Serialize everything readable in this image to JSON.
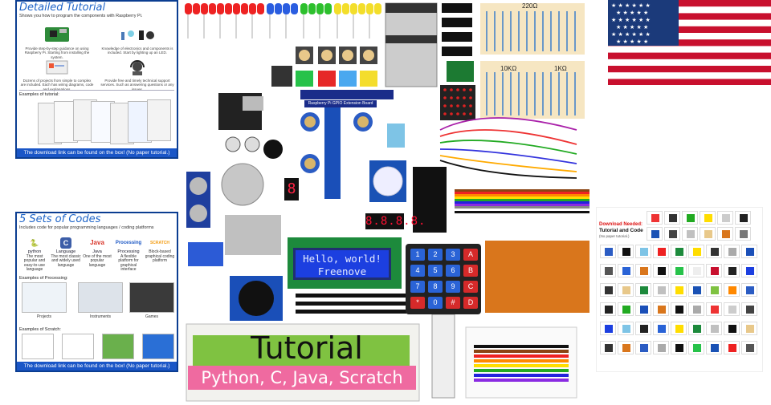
{
  "card_tutorial": {
    "title": "Detailed Tutorial",
    "subtitle": "Shows you how to program the components with Raspberry Pi.",
    "features": [
      {
        "text": "Provide step-by-step guidance on using Raspberry Pi. Starting from installing the system."
      },
      {
        "text": "Knowledge of electronics and components is included. Start by lighting up an LED."
      },
      {
        "text": "Dozens of projects from simple to complex are included. Each has wiring diagrams, code and explanations."
      },
      {
        "text": "Provide free and timely technical support services. Such as answering questions or any issues."
      }
    ],
    "examples_label": "Examples of tutorial:",
    "footer": "The download link can be found on the box! (No paper tutorial.)"
  },
  "card_codes": {
    "title": "5 Sets of Codes",
    "subtitle": "Includes code for popular programming languages / coding platforms",
    "languages": [
      {
        "name": "python",
        "desc": "The most popular and easy-to-use language",
        "logo": "python"
      },
      {
        "name": "Language",
        "desc": "The most classic and widely used language",
        "logo": "C"
      },
      {
        "name": "Java",
        "desc": "One of the most popular language",
        "logo": "Java"
      },
      {
        "name": "Processing",
        "desc": "A flexible platform for graphical interface",
        "logo": "Processing"
      },
      {
        "name": "Scratch",
        "desc": "Block-based graphical coding platform",
        "logo": "SCRATCH"
      }
    ],
    "processing_label": "Examples of Processing:",
    "processing_captions": [
      "Projects",
      "Instruments",
      "Games"
    ],
    "scratch_label": "Examples of Scratch:",
    "footer": "The download link can be found on the box! (No paper tutorial.)"
  },
  "kit": {
    "tutorial_word": "Tutorial",
    "languages_banner": "Python, C, Java, Scratch",
    "lcd_lines": [
      "Hello, world!",
      "Freenove"
    ],
    "resistor_labels": [
      "220Ω",
      "10KΩ",
      "1KΩ"
    ],
    "extension_board": "Raspberry Pi GPIO Extension Board",
    "seven_seg_4": "8.8.8.8.",
    "seven_seg_1": "8",
    "keypad": [
      "1",
      "2",
      "3",
      "A",
      "4",
      "5",
      "6",
      "B",
      "7",
      "8",
      "9",
      "C",
      "*",
      "0",
      "#",
      "D"
    ]
  },
  "inventory": {
    "title_red": "Download Needed:",
    "title": "Tutorial and Code",
    "note": "(No paper tutorial.)"
  },
  "colors": {
    "card_border": "#0b3d91",
    "card_title": "#1e64c8",
    "footer_bg": "#1a56c7",
    "banner_pink": "#ef6aa0",
    "lcd_blue": "#1c3fe0",
    "breadboard_green": "#7fc241"
  }
}
